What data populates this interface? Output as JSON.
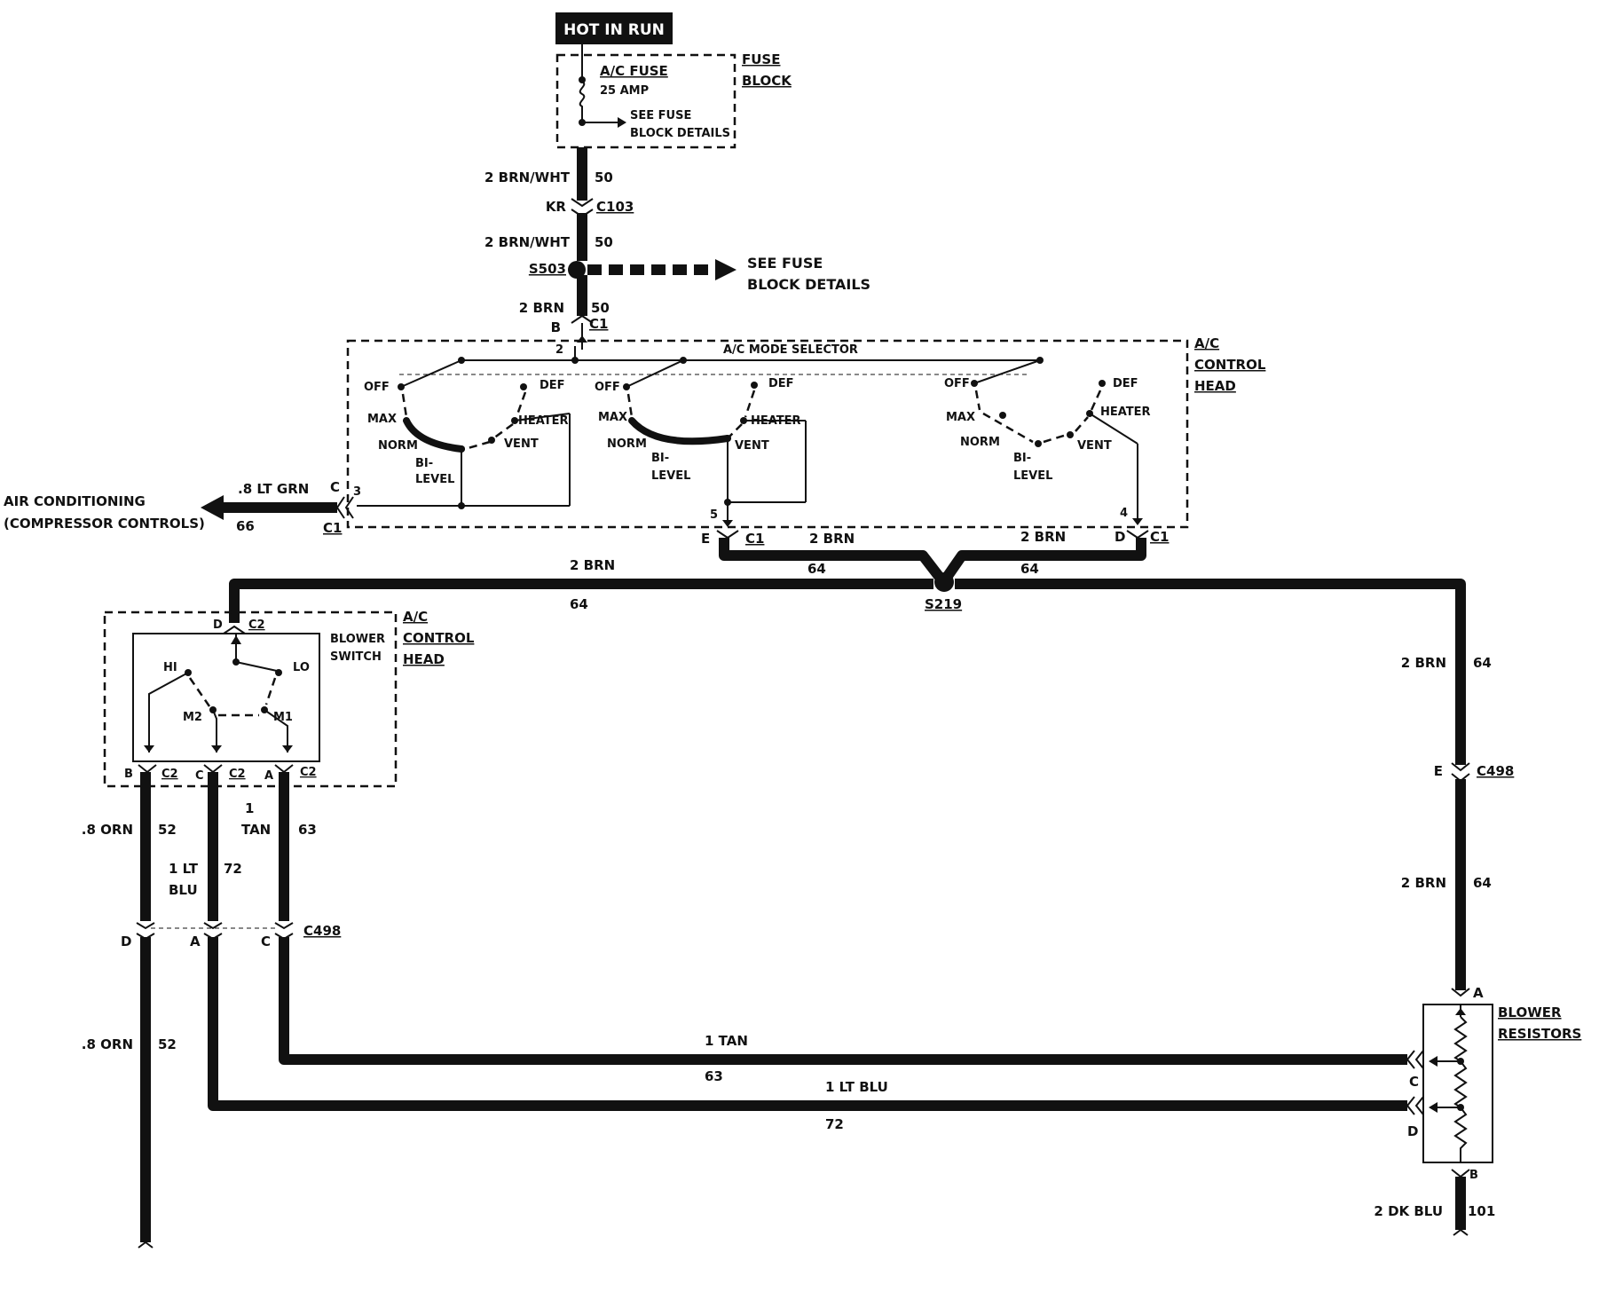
{
  "power": {
    "hot_label": "HOT IN RUN",
    "fuse_name": "A/C FUSE",
    "fuse_rating": "25 AMP",
    "fuse_details_line1": "SEE FUSE",
    "fuse_details_line2": "BLOCK DETAILS",
    "fuse_block_line1": "FUSE",
    "fuse_block_line2": "BLOCK"
  },
  "feed": {
    "wire1_label": "2 BRN/WHT",
    "wire1_circuit": "50",
    "c103_pin": "KR",
    "c103_name": "C103",
    "wire2_label": "2 BRN/WHT",
    "wire2_circuit": "50",
    "s503_name": "S503",
    "s503_see_line1": "SEE FUSE",
    "s503_see_line2": "BLOCK DETAILS",
    "wire3_label": "2 BRN",
    "wire3_circuit": "50",
    "c1_pin": "B",
    "c1_name": "C1"
  },
  "control_head_top": {
    "label_line1": "A/C",
    "label_line2": "CONTROL",
    "label_line3": "HEAD",
    "mode_selector": "A/C MODE SELECTOR",
    "pin2": "2",
    "pin3": "3",
    "pin5": "5",
    "pin4": "4",
    "switch_labels": {
      "off": "OFF",
      "def": "DEF",
      "max": "MAX",
      "heater": "HEATER",
      "norm": "NORM",
      "vent": "VENT",
      "bi": "BI-",
      "level": "LEVEL"
    }
  },
  "compressor": {
    "line1": "AIR CONDITIONING",
    "line2": "(COMPRESSOR CONTROLS)",
    "wire_label": ".8 LT GRN",
    "wire_circuit": "66",
    "conn_pin": "C",
    "conn_name": "C1"
  },
  "head_outputs": {
    "e_pin": "E",
    "e_conn": "C1",
    "e_wire": "2 BRN",
    "e_circuit": "64",
    "d_pin": "D",
    "d_conn": "C1",
    "d_wire": "2 BRN",
    "d_circuit": "64",
    "left_wire": "2 BRN",
    "left_circuit": "64",
    "right_circuit": "64",
    "splice": "S219"
  },
  "blower_head": {
    "label_line1": "A/C",
    "label_line2": "CONTROL",
    "label_line3": "HEAD",
    "switch_line1": "BLOWER",
    "switch_line2": "SWITCH",
    "d_pin": "D",
    "d_conn": "C2",
    "hi": "HI",
    "lo": "LO",
    "m2": "M2",
    "m1": "M1",
    "b_pin": "B",
    "b_conn": "C2",
    "c_pin": "C",
    "c_conn": "C2",
    "a_pin": "A",
    "a_conn": "C2"
  },
  "blower_wires": {
    "orn_label": ".8 ORN",
    "orn_circuit": "52",
    "blu_line1": "1 LT",
    "blu_line2": "BLU",
    "blu_circuit": "72",
    "tan_line1": "1",
    "tan_line2": "TAN",
    "tan_circuit": "63",
    "c498_d": "D",
    "c498_a": "A",
    "c498_c": "C",
    "c498_name": "C498",
    "orn2_label": ".8 ORN",
    "orn2_circuit": "52",
    "tan_run_label": "1 TAN",
    "tan_run_circuit": "63",
    "blu_run_label": "1 LT BLU",
    "blu_run_circuit": "72"
  },
  "right_run": {
    "wire1_label": "2 BRN",
    "wire1_circuit": "64",
    "c498_pin": "E",
    "c498_name": "C498",
    "wire2_label": "2 BRN",
    "wire2_circuit": "64"
  },
  "resistors": {
    "label_line1": "BLOWER",
    "label_line2": "RESISTORS",
    "pin_a": "A",
    "pin_c": "C",
    "pin_d": "D",
    "pin_b": "B",
    "out_label": "2 DK BLU",
    "out_circuit": "101"
  }
}
